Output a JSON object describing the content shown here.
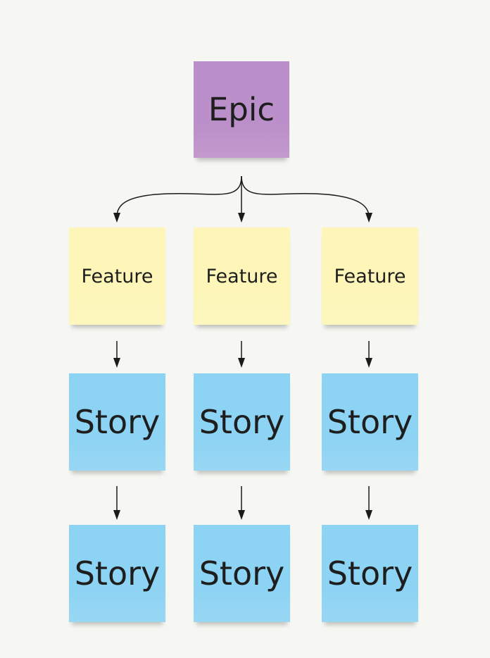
{
  "colors": {
    "background": "#f6f7f2",
    "epic": "#bb8fc9",
    "feature": "#fdf6b8",
    "story": "#8dd3f3",
    "text": "#1e1e1e",
    "connector": "#1b1b1b"
  },
  "epic": {
    "label": "Epic"
  },
  "features": [
    {
      "label": "Feature"
    },
    {
      "label": "Feature"
    },
    {
      "label": "Feature"
    }
  ],
  "stories_row1": [
    {
      "label": "Story"
    },
    {
      "label": "Story"
    },
    {
      "label": "Story"
    }
  ],
  "stories_row2": [
    {
      "label": "Story"
    },
    {
      "label": "Story"
    },
    {
      "label": "Story"
    }
  ]
}
